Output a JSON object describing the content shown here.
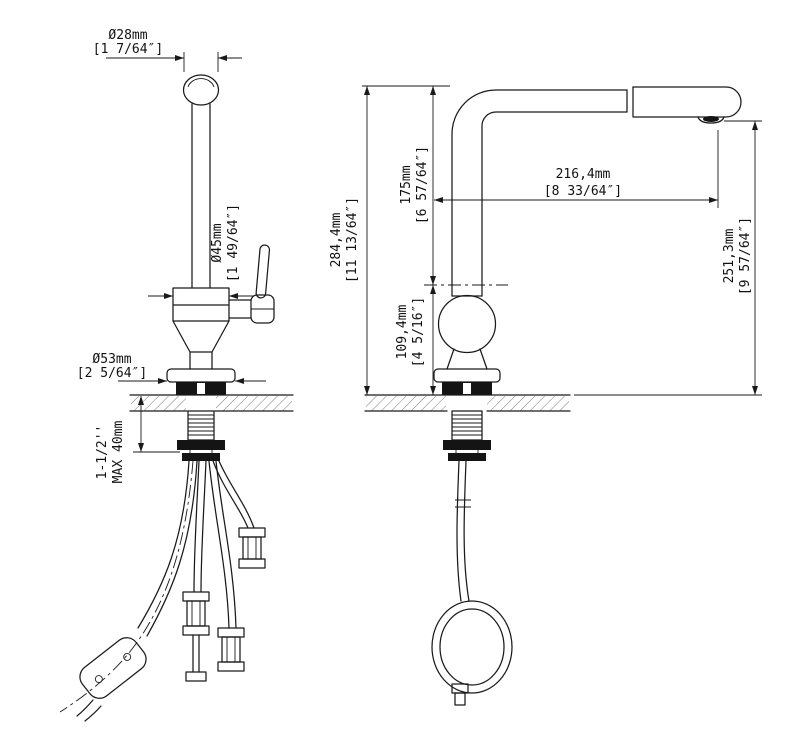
{
  "dims": {
    "spout_diameter": {
      "mm": "Ø28mm",
      "inch": "[1 7/64″]"
    },
    "body_diameter": {
      "mm": "Ø45mm",
      "inch": "[1 49/64″]"
    },
    "base_diameter": {
      "mm": "Ø53mm",
      "inch": "[2 5/64″]"
    },
    "counter_thickness": {
      "line1": "1-1/2''",
      "line2": "MAX 40mm"
    },
    "overall_height": {
      "mm": "284,4mm",
      "inch": "[11 13/64″]"
    },
    "spout_top_height": {
      "mm": "175mm",
      "inch": "[6 57/64″]"
    },
    "base_to_spout_height": {
      "mm": "109,4mm",
      "inch": "[4 5/16″]"
    },
    "spout_reach": {
      "mm": "216,4mm",
      "inch": "[8 33/64″]"
    },
    "outlet_height": {
      "mm": "251,3mm",
      "inch": "[9 57/64″]"
    }
  }
}
